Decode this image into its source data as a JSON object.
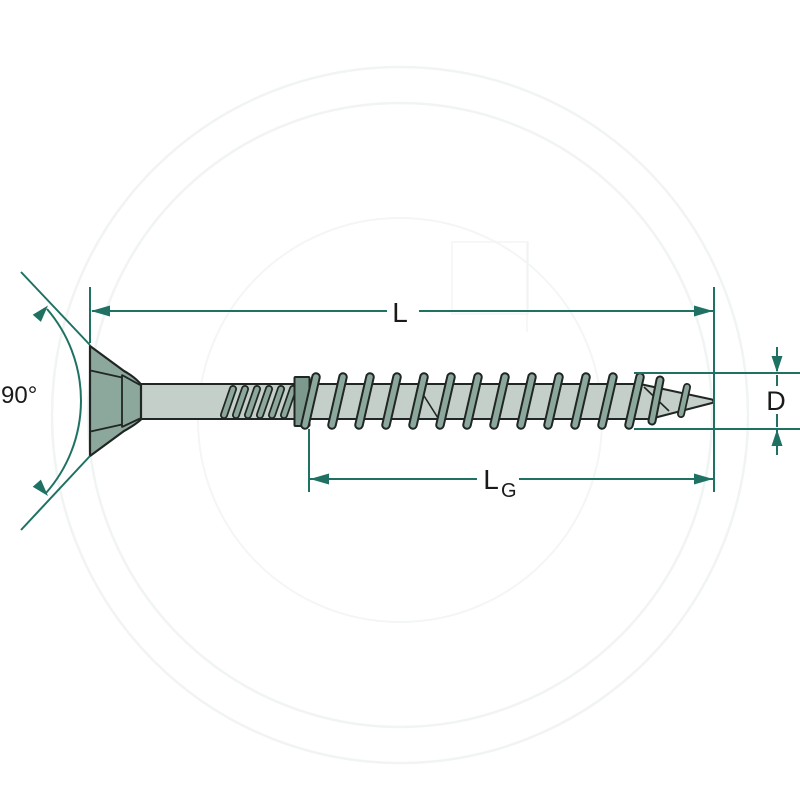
{
  "colors": {
    "bg": "#ffffff",
    "accent": "#1f7263",
    "outline": "#202623",
    "head": "#8ca89d",
    "shank": "#c5cfca",
    "collar": "#7d998e",
    "thread": "#8ca89d",
    "label": "#1a1a1a",
    "watermark": "#f0f4f2"
  },
  "labels": {
    "total_length": "L",
    "thread_length_main": "L",
    "thread_length_sub": "G",
    "diameter": "D",
    "head_angle": "90°"
  }
}
